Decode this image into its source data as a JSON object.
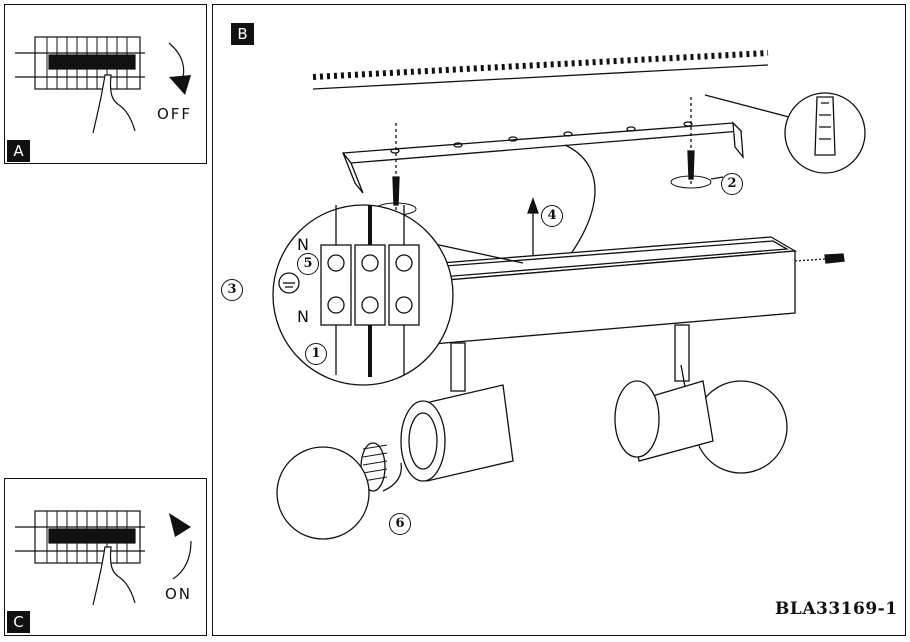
{
  "panels": {
    "a": {
      "tag": "A",
      "switch_label": "OFF"
    },
    "b": {
      "tag": "B"
    },
    "c": {
      "tag": "C",
      "switch_label": "ON"
    }
  },
  "steps": [
    "1",
    "2",
    "3",
    "4",
    "5",
    "6"
  ],
  "terminal_labels": {
    "neutral_top": "N",
    "neutral_bottom": "N"
  },
  "product_code": "BLA33169-1",
  "colors": {
    "line": "#111111",
    "background": "#ffffff"
  }
}
